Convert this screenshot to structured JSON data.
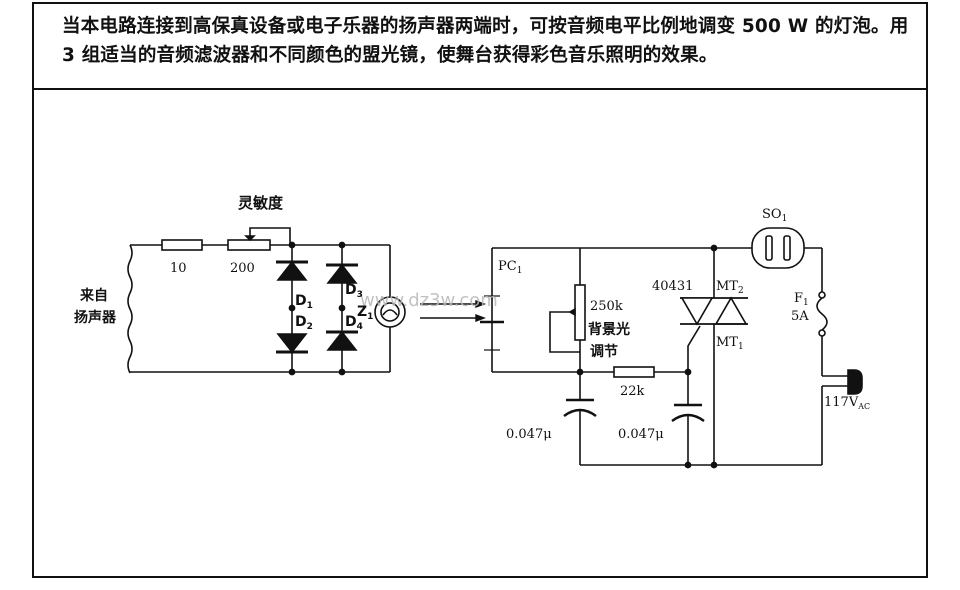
{
  "description": "当本电路连接到高保真设备或电子乐器的扬声器两端时，可按音频电平比例地调变 500 W 的灯泡。用 3 组适当的音频滤波器和不同颜色的盟光镜，使舞台获得彩色音乐照明的效果。",
  "labels": {
    "sensitivity": "灵敏度",
    "input_source_line1": "来自",
    "input_source_line2": "扬声器",
    "r1": "10",
    "r2": "200",
    "d1": "D",
    "d2": "D",
    "d3": "D",
    "d4": "D",
    "zener": "Z",
    "photocell": "PC",
    "pot_value": "250k",
    "pot_name_line1": "背景光",
    "pot_name_line2": "调节",
    "r3": "22k",
    "c1": "0.047μ",
    "c2": "0.047μ",
    "triac": "40431",
    "mt2": "MT",
    "mt1": "MT",
    "socket": "SO",
    "fuse_name": "F",
    "fuse_value": "5A",
    "mains": "117V",
    "mains_sub": "AC"
  },
  "watermark": "www.dz3w.com",
  "colors": {
    "ink": "#111111",
    "background": "#ffffff"
  }
}
